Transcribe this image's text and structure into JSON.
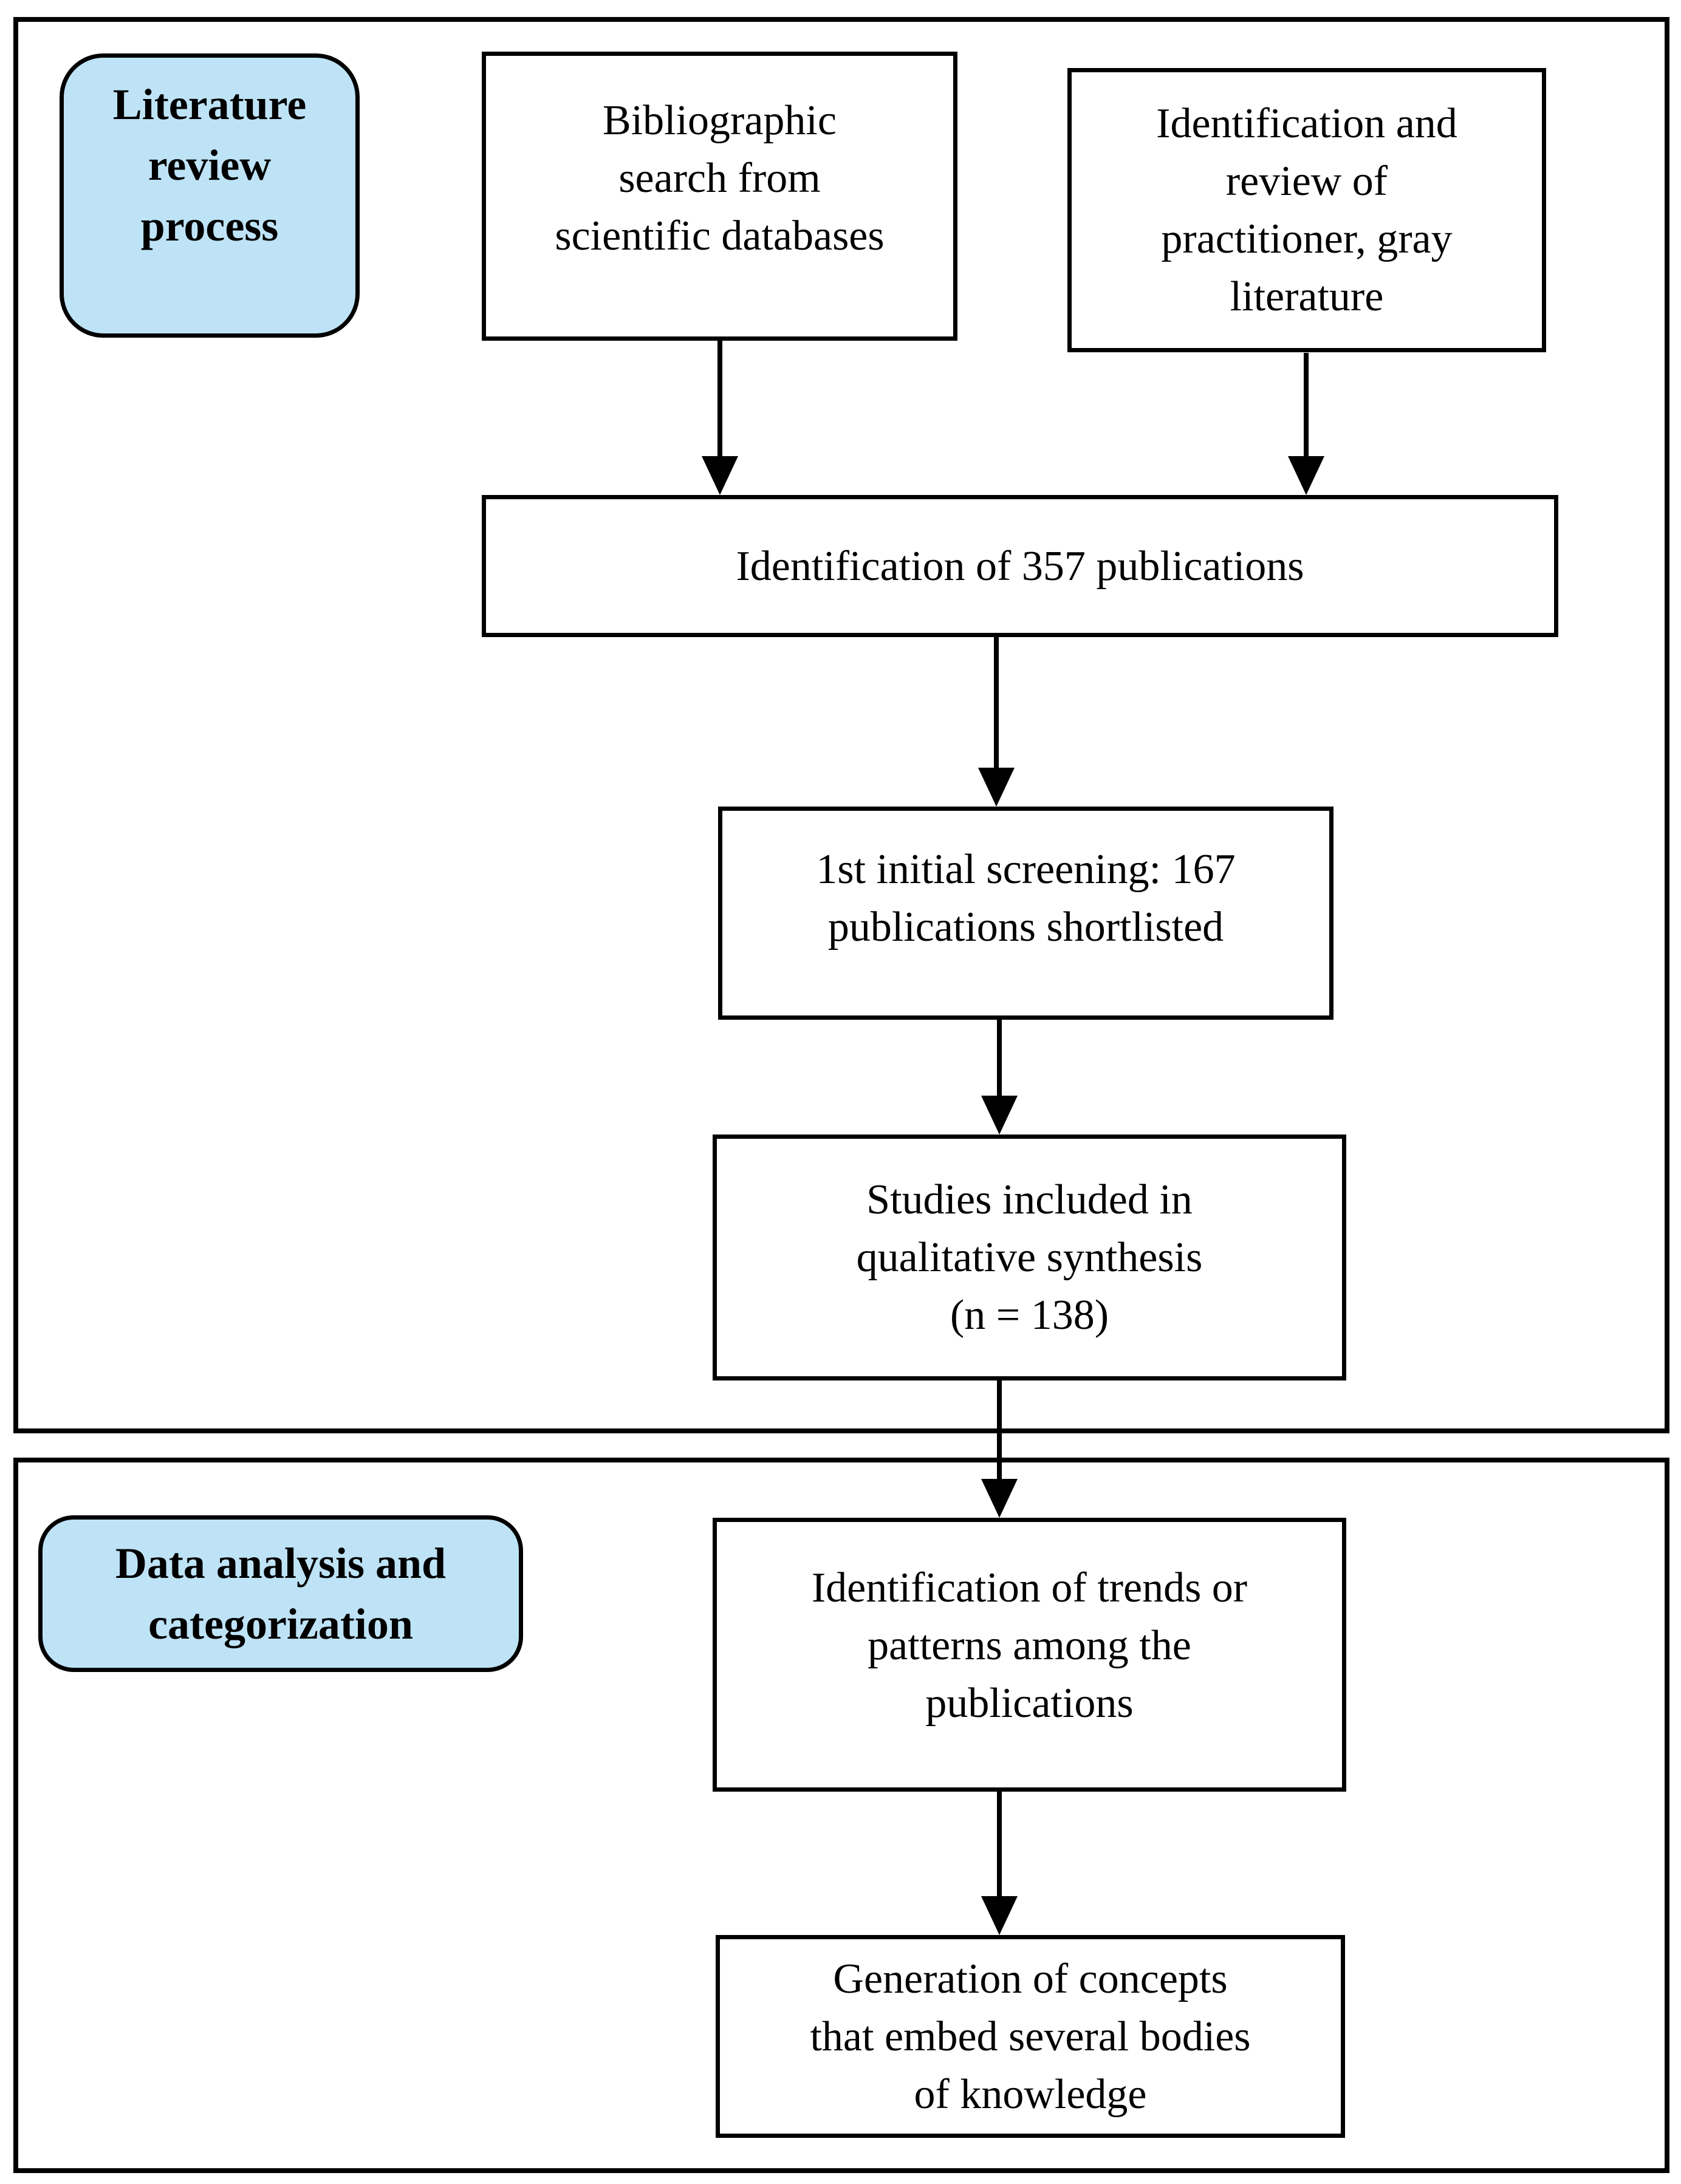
{
  "colors": {
    "label_fill": "#bee3f6",
    "line": "#000000",
    "background": "#ffffff"
  },
  "labels": {
    "literature_review": [
      "Literature",
      "review",
      "process"
    ],
    "data_analysis": [
      "Data analysis and",
      "categorization"
    ]
  },
  "boxes": {
    "bibliographic": [
      "Bibliographic",
      "search from",
      "scientific databases"
    ],
    "practitioner": [
      "Identification and",
      "review of",
      "practitioner, gray",
      "literature"
    ],
    "identification": [
      "Identification of 357 publications"
    ],
    "screening": [
      "1st initial screening: 167",
      "publications shortlisted"
    ],
    "synthesis": [
      "Studies included in",
      "qualitative synthesis",
      "(n = 138)"
    ],
    "trends": [
      "Identification of trends or",
      "patterns among the",
      "publications"
    ],
    "generation": [
      "Generation of concepts",
      "that embed several bodies",
      "of knowledge"
    ]
  },
  "stats": {
    "identified_publications": 357,
    "shortlisted_publications": 167,
    "included_studies": 138
  }
}
